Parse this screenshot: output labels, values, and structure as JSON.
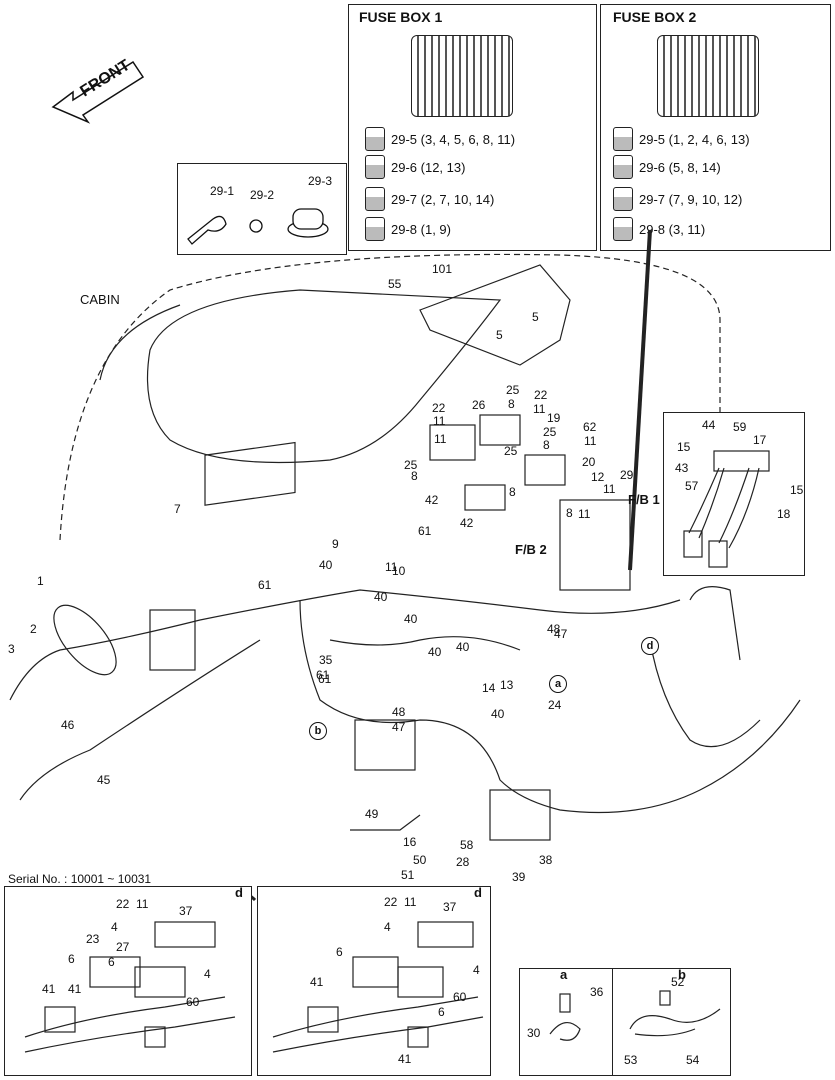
{
  "front_label": "FRONT",
  "cabin_label": "CABIN",
  "fuse_box_1": {
    "title": "FUSE BOX 1",
    "rows": [
      "29-5 (3, 4, 5, 6, 8, 11)",
      "29-6 (12, 13)",
      "29-7 (2, 7, 10, 14)",
      "29-8 (1, 9)"
    ]
  },
  "fuse_box_2": {
    "title": "FUSE BOX 2",
    "rows": [
      "29-5 (1, 2, 4, 6, 13)",
      "29-6 (5, 8, 14)",
      "29-7 (7, 9, 10, 12)",
      "29-8 (3, 11)"
    ]
  },
  "clips_panel": {
    "labels": [
      "29-1",
      "29-2",
      "29-3"
    ]
  },
  "fb_labels": {
    "fb1": "F/B 1",
    "fb2": "F/B 2"
  },
  "serial_text": "Serial No. : 10001 ~ 10031",
  "detail_d_label": "d",
  "detail_a_label": "a",
  "detail_b_label": "b",
  "callouts": {
    "main": [
      "101",
      "55",
      "5",
      "5",
      "25",
      "22",
      "11",
      "22",
      "26",
      "8",
      "11",
      "19",
      "25",
      "62",
      "11",
      "8",
      "20",
      "11",
      "25",
      "25",
      "8",
      "8",
      "12",
      "11",
      "29",
      "42",
      "42",
      "8",
      "7",
      "11",
      "61",
      "9",
      "40",
      "11",
      "10",
      "40",
      "40",
      "61",
      "1",
      "2",
      "61",
      "3",
      "35",
      "40",
      "40",
      "48",
      "47",
      "14",
      "13",
      "24",
      "61",
      "48",
      "47",
      "40",
      "46",
      "45",
      "49",
      "16",
      "50",
      "51",
      "58",
      "28",
      "39",
      "38"
    ],
    "connector": [
      "44",
      "59",
      "15",
      "17",
      "43",
      "57",
      "15",
      "18"
    ],
    "detail_left": [
      "22",
      "11",
      "37",
      "4",
      "23",
      "27",
      "6",
      "6",
      "4",
      "60",
      "41",
      "41"
    ],
    "detail_right": [
      "22",
      "11",
      "37",
      "4",
      "6",
      "4",
      "60",
      "41",
      "6",
      "41"
    ],
    "detail_a": [
      "36",
      "30"
    ],
    "detail_b": [
      "52",
      "53",
      "54"
    ],
    "circled": [
      "a",
      "b",
      "d"
    ]
  }
}
